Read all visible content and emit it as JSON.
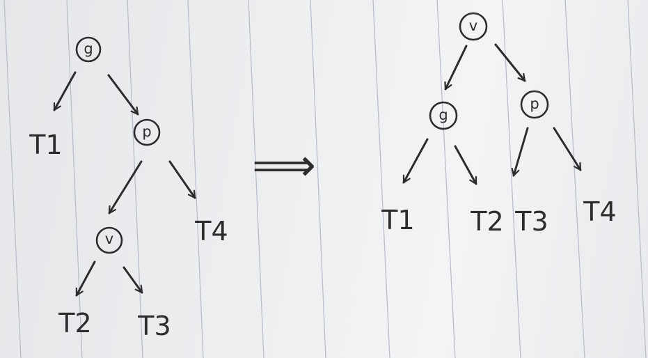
{
  "before": {
    "nodes": {
      "g": "g",
      "p": "p",
      "v": "v"
    },
    "leaves": {
      "t1": "T1",
      "t2": "T2",
      "t3": "T3",
      "t4": "T4"
    }
  },
  "implies": "⟹",
  "after": {
    "nodes": {
      "v": "v",
      "g": "g",
      "p": "p"
    },
    "leaves": {
      "t1": "T1",
      "t2": "T2",
      "t3": "T3",
      "t4": "T4"
    }
  }
}
